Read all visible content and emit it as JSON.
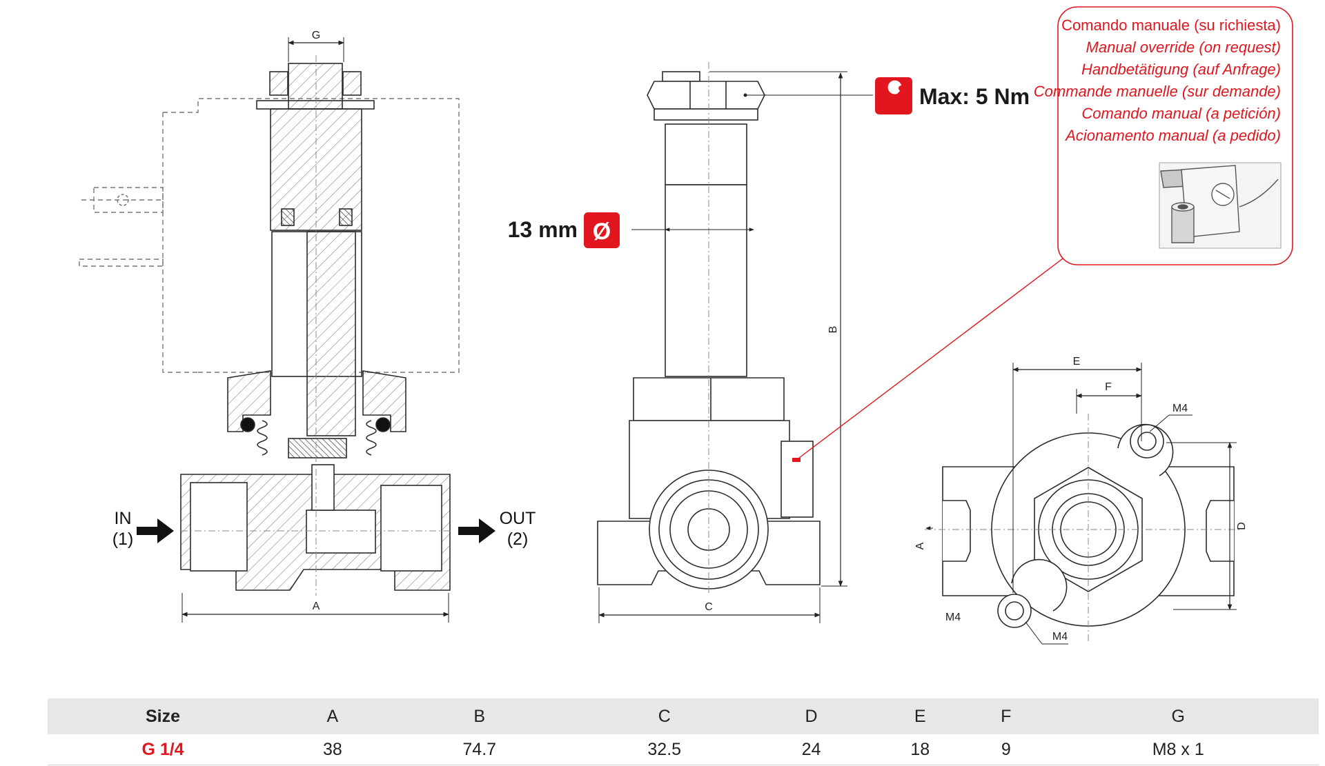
{
  "flow": {
    "in_label": "IN",
    "in_port": "(1)",
    "out_label": "OUT",
    "out_port": "(2)"
  },
  "dimension_letters": {
    "a": "A",
    "b": "B",
    "c": "C",
    "d": "D",
    "e": "E",
    "f": "F",
    "g": "G"
  },
  "screw_labels": {
    "m4_top": "M4",
    "m4_bottom_left": "M4",
    "m4_bottom_right": "M4"
  },
  "torque": {
    "label": "Max: 5 Nm",
    "icon": "wrench-icon"
  },
  "diameter": {
    "label": "13 mm",
    "symbol": "Ø",
    "icon": "diameter-icon"
  },
  "manual_override": {
    "title": "Comando manuale (su richiesta)",
    "lines": [
      "Manual override (on request)",
      "Handbetätigung (auf Anfrage)",
      "Commande manuelle (sur demande)",
      "Comando manual (a petición)",
      "Acionamento manual (a pedido)"
    ]
  },
  "colors": {
    "accent": "#e1161e",
    "line": "#2b2b2b",
    "table_header_bg": "#e7e7e7"
  },
  "table": {
    "headers": [
      "Size",
      "A",
      "B",
      "C",
      "D",
      "E",
      "F",
      "G"
    ],
    "rows": [
      [
        "G 1/4",
        "38",
        "74.7",
        "32.5",
        "24",
        "18",
        "9",
        "M8 x 1"
      ]
    ]
  }
}
